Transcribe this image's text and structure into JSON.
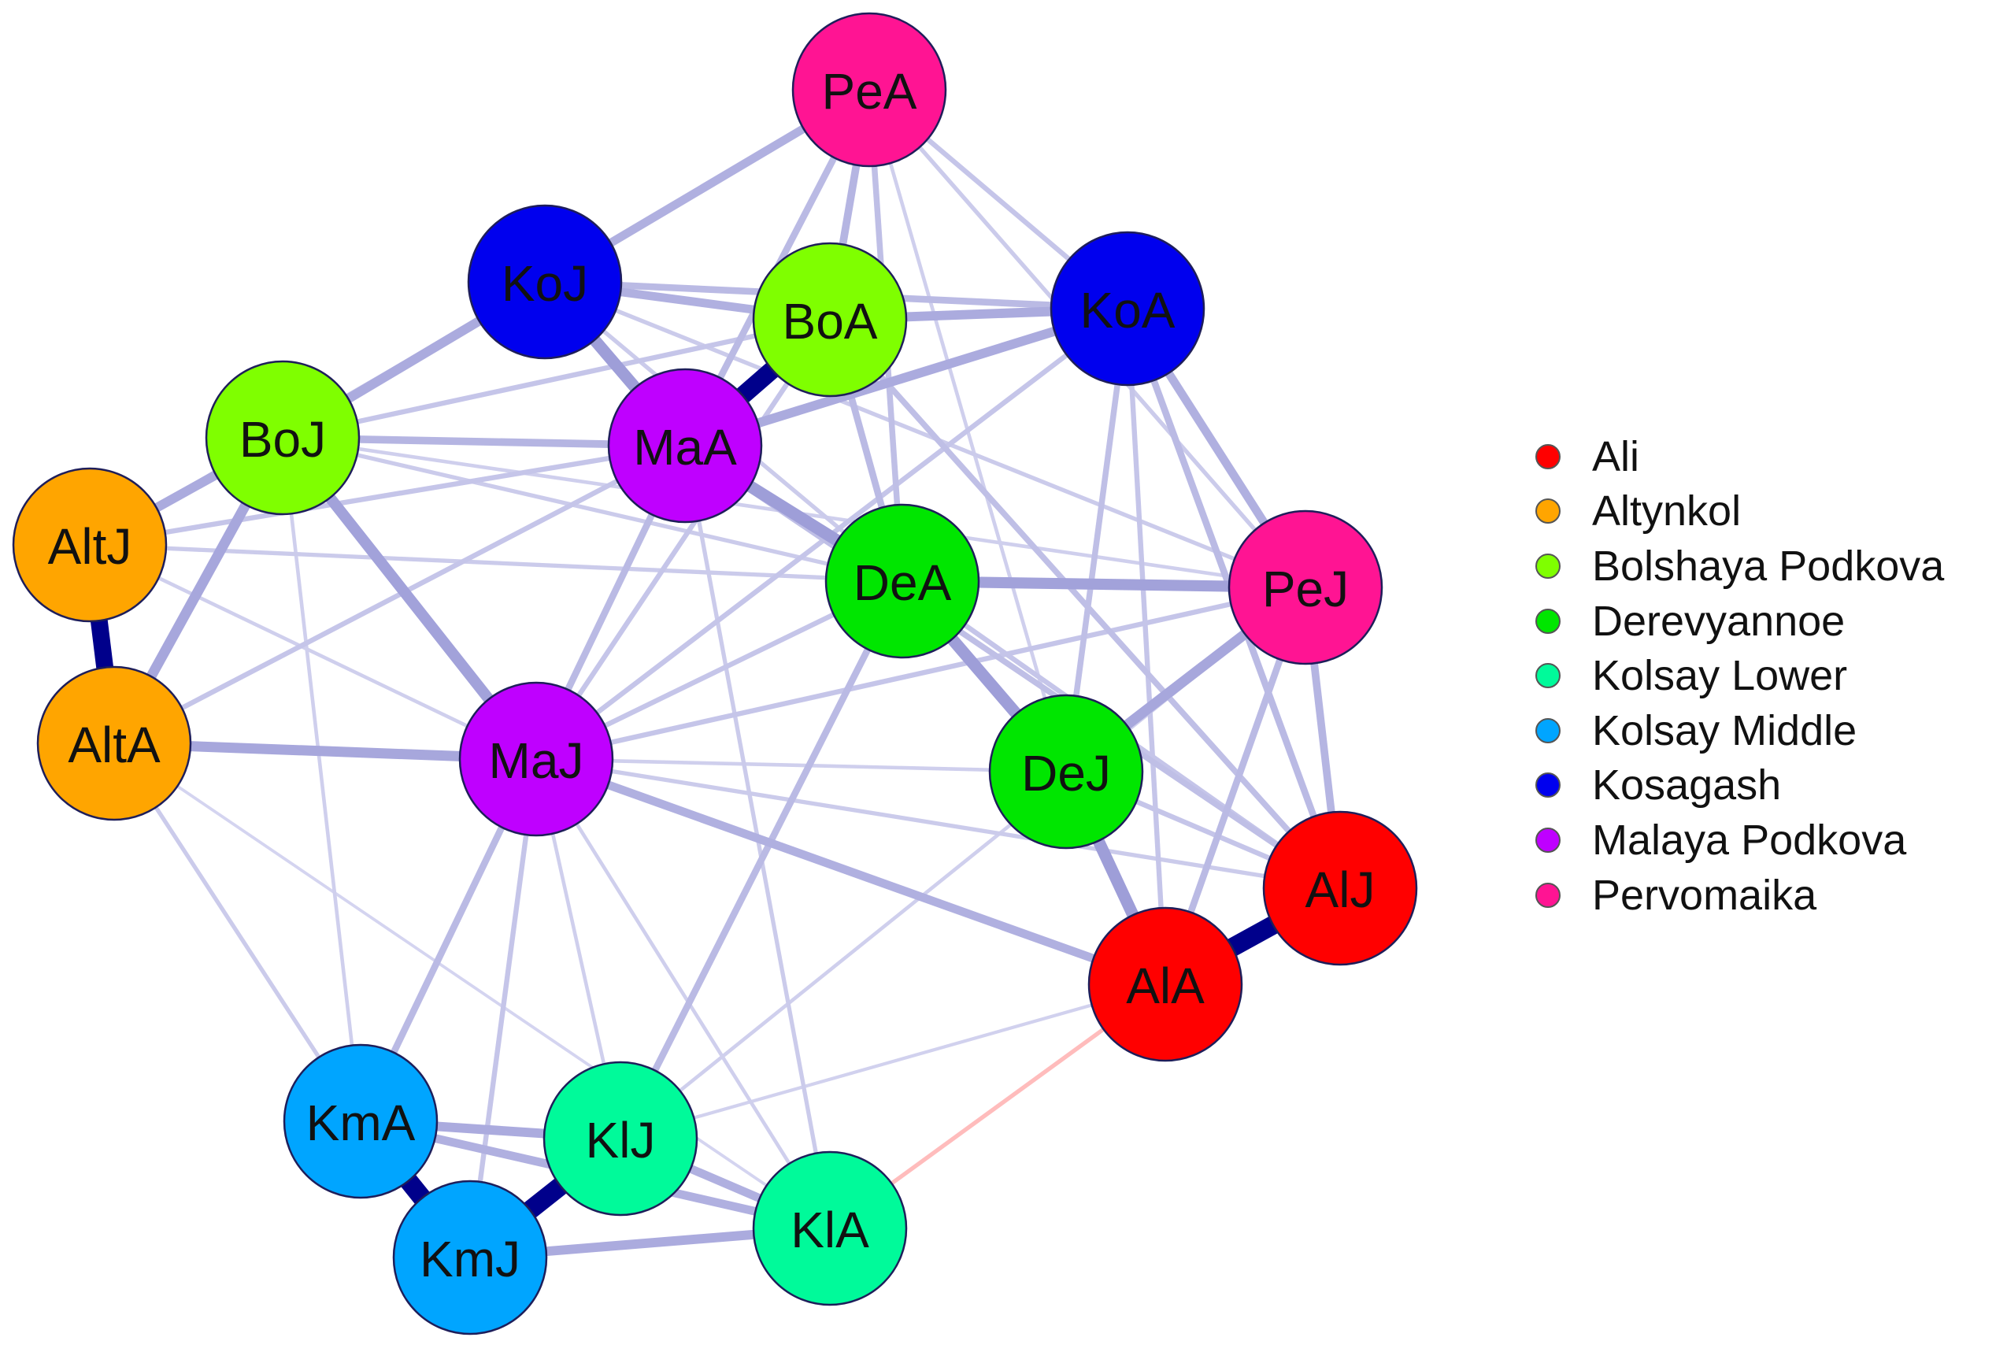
{
  "nodes": [
    {
      "id": "PeA",
      "label": "PeA",
      "group": "Pervomaika"
    },
    {
      "id": "KoJ",
      "label": "KoJ",
      "group": "Kosagash"
    },
    {
      "id": "BoA",
      "label": "BoA",
      "group": "Bolshaya Podkova"
    },
    {
      "id": "KoA",
      "label": "KoA",
      "group": "Kosagash"
    },
    {
      "id": "BoJ",
      "label": "BoJ",
      "group": "Bolshaya Podkova"
    },
    {
      "id": "MaA",
      "label": "MaA",
      "group": "Malaya Podkova"
    },
    {
      "id": "AltJ",
      "label": "AltJ",
      "group": "Altynkol"
    },
    {
      "id": "DeA",
      "label": "DeA",
      "group": "Derevyannoe"
    },
    {
      "id": "PeJ",
      "label": "PeJ",
      "group": "Pervomaika"
    },
    {
      "id": "AltA",
      "label": "AltA",
      "group": "Altynkol"
    },
    {
      "id": "MaJ",
      "label": "MaJ",
      "group": "Malaya Podkova"
    },
    {
      "id": "DeJ",
      "label": "DeJ",
      "group": "Derevyannoe"
    },
    {
      "id": "AlJ",
      "label": "AlJ",
      "group": "Ali"
    },
    {
      "id": "AlA",
      "label": "AlA",
      "group": "Ali"
    },
    {
      "id": "KmA",
      "label": "KmA",
      "group": "Kolsay Middle"
    },
    {
      "id": "KlJ",
      "label": "KlJ",
      "group": "Kolsay Lower"
    },
    {
      "id": "KmJ",
      "label": "KmJ",
      "group": "Kolsay Middle"
    },
    {
      "id": "KlA",
      "label": "KlA",
      "group": "Kolsay Lower"
    }
  ],
  "edges": [
    {
      "from": "AlA",
      "to": "AlJ",
      "weight": 1.0,
      "sign": "positive"
    },
    {
      "from": "KmA",
      "to": "KmJ",
      "weight": 1.0,
      "sign": "positive"
    },
    {
      "from": "KmJ",
      "to": "KlJ",
      "weight": 1.0,
      "sign": "positive"
    },
    {
      "from": "MaA",
      "to": "BoA",
      "weight": 0.95,
      "sign": "positive"
    },
    {
      "from": "AltJ",
      "to": "AltA",
      "weight": 0.9,
      "sign": "positive"
    },
    {
      "from": "KoJ",
      "to": "MaA",
      "weight": 0.6,
      "sign": "positive"
    },
    {
      "from": "MaA",
      "to": "DeA",
      "weight": 0.6,
      "sign": "positive"
    },
    {
      "from": "DeA",
      "to": "DeJ",
      "weight": 0.6,
      "sign": "positive"
    },
    {
      "from": "DeJ",
      "to": "AlA",
      "weight": 0.6,
      "sign": "positive"
    },
    {
      "from": "DeA",
      "to": "PeJ",
      "weight": 0.55,
      "sign": "positive"
    },
    {
      "from": "BoJ",
      "to": "MaJ",
      "weight": 0.55,
      "sign": "positive"
    },
    {
      "from": "AltA",
      "to": "MaJ",
      "weight": 0.5,
      "sign": "positive"
    },
    {
      "from": "PeJ",
      "to": "DeJ",
      "weight": 0.5,
      "sign": "positive"
    },
    {
      "from": "BoJ",
      "to": "AltA",
      "weight": 0.5,
      "sign": "positive"
    },
    {
      "from": "BoJ",
      "to": "KoJ",
      "weight": 0.45,
      "sign": "positive"
    },
    {
      "from": "BoJ",
      "to": "AltJ",
      "weight": 0.45,
      "sign": "positive"
    },
    {
      "from": "MaA",
      "to": "KoA",
      "weight": 0.45,
      "sign": "positive"
    },
    {
      "from": "BoA",
      "to": "KoA",
      "weight": 0.45,
      "sign": "positive"
    },
    {
      "from": "KoJ",
      "to": "BoA",
      "weight": 0.4,
      "sign": "positive"
    },
    {
      "from": "KoJ",
      "to": "PeA",
      "weight": 0.4,
      "sign": "positive"
    },
    {
      "from": "KoA",
      "to": "PeJ",
      "weight": 0.4,
      "sign": "positive"
    },
    {
      "from": "MaJ",
      "to": "AlA",
      "weight": 0.4,
      "sign": "positive"
    },
    {
      "from": "KmA",
      "to": "KlJ",
      "weight": 0.45,
      "sign": "positive"
    },
    {
      "from": "KmJ",
      "to": "KlA",
      "weight": 0.45,
      "sign": "positive"
    },
    {
      "from": "KmA",
      "to": "KlA",
      "weight": 0.4,
      "sign": "positive"
    },
    {
      "from": "KlJ",
      "to": "KlA",
      "weight": 0.4,
      "sign": "positive"
    },
    {
      "from": "BoJ",
      "to": "MaA",
      "weight": 0.35,
      "sign": "positive"
    },
    {
      "from": "PeA",
      "to": "BoA",
      "weight": 0.35,
      "sign": "positive"
    },
    {
      "from": "PeJ",
      "to": "AlJ",
      "weight": 0.35,
      "sign": "positive"
    },
    {
      "from": "PeJ",
      "to": "AlA",
      "weight": 0.3,
      "sign": "positive"
    },
    {
      "from": "KoA",
      "to": "AlJ",
      "weight": 0.3,
      "sign": "positive"
    },
    {
      "from": "KlJ",
      "to": "DeA",
      "weight": 0.3,
      "sign": "positive"
    },
    {
      "from": "KmA",
      "to": "MaA",
      "weight": 0.3,
      "sign": "positive"
    },
    {
      "from": "PeA",
      "to": "MaA",
      "weight": 0.3,
      "sign": "positive"
    },
    {
      "from": "PeA",
      "to": "DeA",
      "weight": 0.25,
      "sign": "positive"
    },
    {
      "from": "PeA",
      "to": "KoA",
      "weight": 0.2,
      "sign": "positive"
    },
    {
      "from": "KoJ",
      "to": "KoA",
      "weight": 0.3,
      "sign": "positive"
    },
    {
      "from": "BoA",
      "to": "DeA",
      "weight": 0.3,
      "sign": "positive"
    },
    {
      "from": "BoA",
      "to": "AlJ",
      "weight": 0.25,
      "sign": "positive"
    },
    {
      "from": "MaA",
      "to": "AlJ",
      "weight": 0.25,
      "sign": "positive"
    },
    {
      "from": "KoA",
      "to": "DeJ",
      "weight": 0.25,
      "sign": "positive"
    },
    {
      "from": "KoA",
      "to": "MaJ",
      "weight": 0.2,
      "sign": "positive"
    },
    {
      "from": "KoA",
      "to": "AlA",
      "weight": 0.2,
      "sign": "positive"
    },
    {
      "from": "DeA",
      "to": "AlJ",
      "weight": 0.2,
      "sign": "positive"
    },
    {
      "from": "MaJ",
      "to": "PeJ",
      "weight": 0.2,
      "sign": "positive"
    },
    {
      "from": "MaJ",
      "to": "DeA",
      "weight": 0.2,
      "sign": "positive"
    },
    {
      "from": "MaJ",
      "to": "BoA",
      "weight": 0.2,
      "sign": "positive"
    },
    {
      "from": "MaJ",
      "to": "AlJ",
      "weight": 0.15,
      "sign": "positive"
    },
    {
      "from": "KmJ",
      "to": "MaJ",
      "weight": 0.2,
      "sign": "positive"
    },
    {
      "from": "AltJ",
      "to": "MaA",
      "weight": 0.2,
      "sign": "positive"
    },
    {
      "from": "AltJ",
      "to": "KoJ",
      "weight": 0.2,
      "sign": "positive"
    },
    {
      "from": "AltJ",
      "to": "DeA",
      "weight": 0.15,
      "sign": "positive"
    },
    {
      "from": "AltJ",
      "to": "MaJ",
      "weight": 0.12,
      "sign": "positive"
    },
    {
      "from": "AltA",
      "to": "MaA",
      "weight": 0.2,
      "sign": "positive"
    },
    {
      "from": "AltA",
      "to": "KmA",
      "weight": 0.15,
      "sign": "positive"
    },
    {
      "from": "AltA",
      "to": "KlA",
      "weight": 0.08,
      "sign": "positive"
    },
    {
      "from": "BoJ",
      "to": "BoA",
      "weight": 0.2,
      "sign": "positive"
    },
    {
      "from": "BoJ",
      "to": "DeA",
      "weight": 0.15,
      "sign": "positive"
    },
    {
      "from": "BoJ",
      "to": "KmA",
      "weight": 0.12,
      "sign": "positive"
    },
    {
      "from": "BoJ",
      "to": "PeJ",
      "weight": 0.12,
      "sign": "positive"
    },
    {
      "from": "DeJ",
      "to": "AlJ",
      "weight": 0.2,
      "sign": "positive"
    },
    {
      "from": "DeJ",
      "to": "MaJ",
      "weight": 0.12,
      "sign": "positive"
    },
    {
      "from": "KlA",
      "to": "MaA",
      "weight": 0.15,
      "sign": "positive"
    },
    {
      "from": "KlA",
      "to": "MaJ",
      "weight": 0.12,
      "sign": "positive"
    },
    {
      "from": "KlJ",
      "to": "MaJ",
      "weight": 0.12,
      "sign": "positive"
    },
    {
      "from": "KlJ",
      "to": "PeJ",
      "weight": 0.12,
      "sign": "positive"
    },
    {
      "from": "KlJ",
      "to": "AlA",
      "weight": 0.1,
      "sign": "positive"
    },
    {
      "from": "KoJ",
      "to": "DeA",
      "weight": 0.15,
      "sign": "positive"
    },
    {
      "from": "KoJ",
      "to": "PeJ",
      "weight": 0.15,
      "sign": "positive"
    },
    {
      "from": "PeA",
      "to": "PeJ",
      "weight": 0.15,
      "sign": "positive"
    },
    {
      "from": "PeA",
      "to": "DeJ",
      "weight": 0.12,
      "sign": "positive"
    },
    {
      "from": "KlA",
      "to": "AlA",
      "weight": 0.15,
      "sign": "negative"
    }
  ],
  "legend": {
    "items": [
      {
        "label": "Ali",
        "color": "#ff0000"
      },
      {
        "label": "Altynkol",
        "color": "#ffa500"
      },
      {
        "label": "Bolshaya Podkova",
        "color": "#7fff00"
      },
      {
        "label": "Derevyannoe",
        "color": "#00e600"
      },
      {
        "label": "Kolsay Lower",
        "color": "#00fa9a"
      },
      {
        "label": "Kolsay Middle",
        "color": "#00a5ff"
      },
      {
        "label": "Kosagash",
        "color": "#0000ee"
      },
      {
        "label": "Malaya Podkova",
        "color": "#bf00ff"
      },
      {
        "label": "Pervomaika",
        "color": "#ff1493"
      }
    ]
  },
  "colors": {
    "positive_edge": "#00008b",
    "negative_edge": "#ff4040",
    "node_border": "#1e1e5a"
  }
}
